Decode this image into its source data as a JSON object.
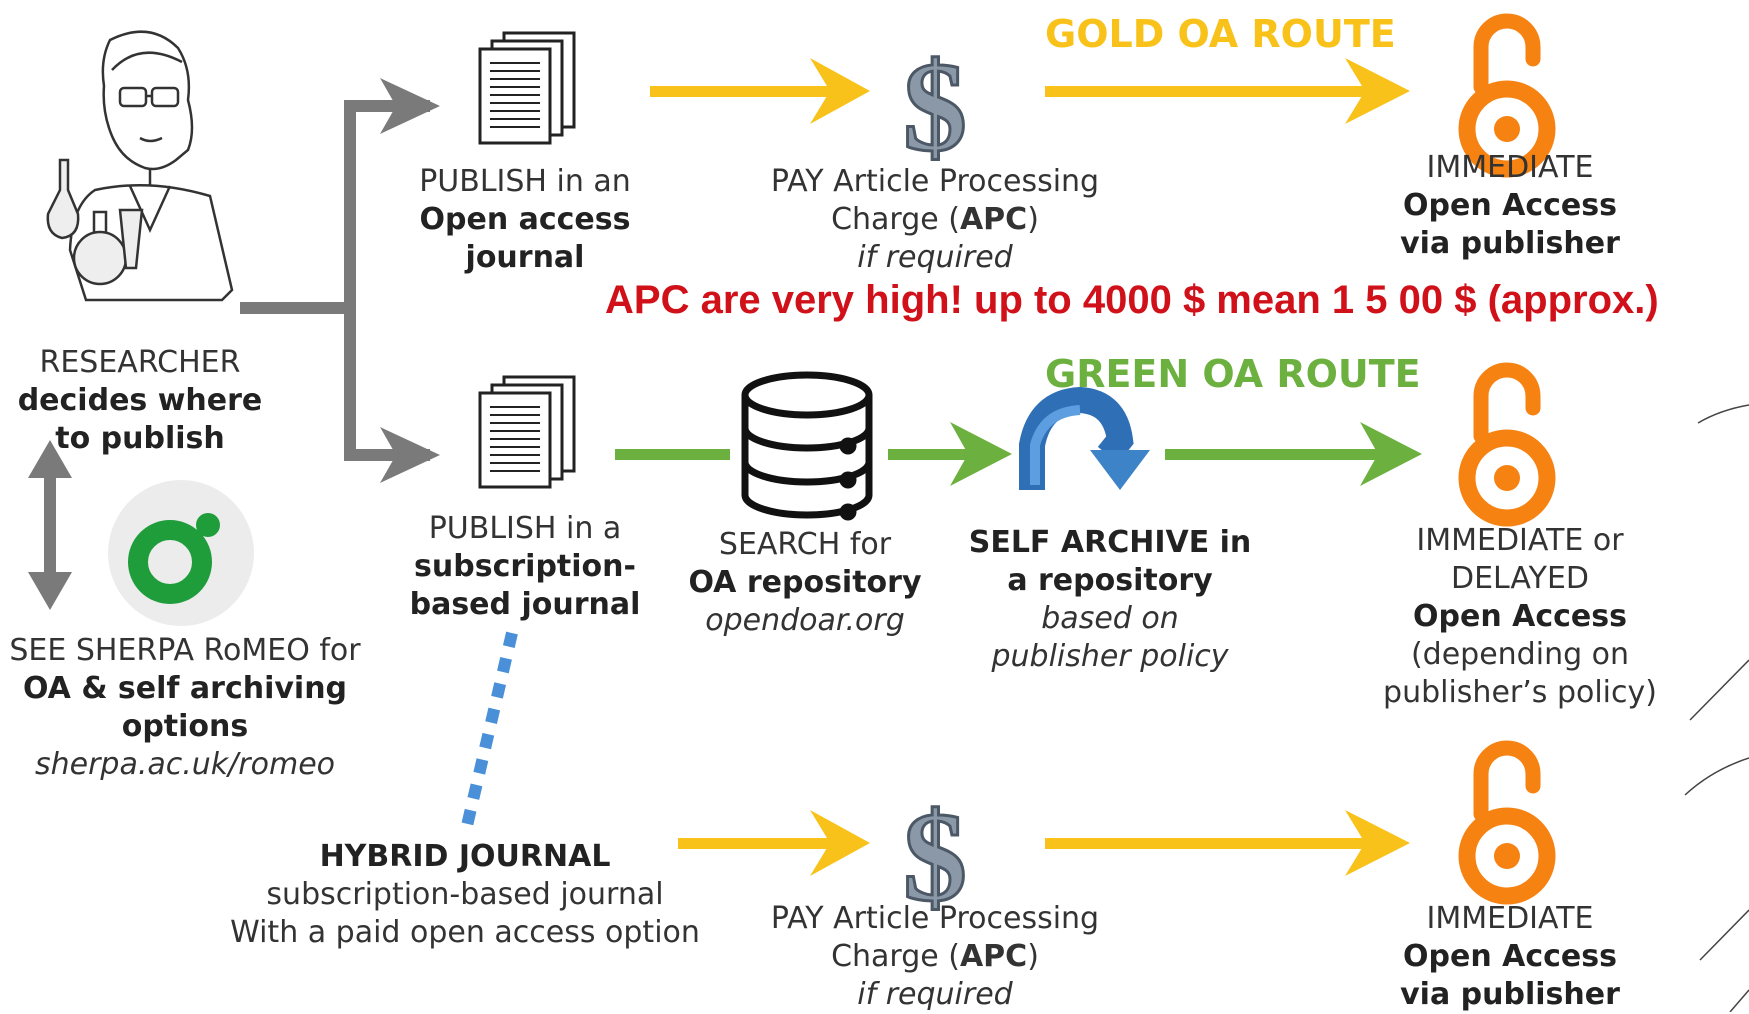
{
  "colors": {
    "gold": "#f8c21a",
    "green": "#6cb13f",
    "gray": "#7a7a7a",
    "oa_orange": "#f68212",
    "hybrid_dots": "#4a90d9",
    "note_red": "#d0111a",
    "romeo_green": "#1f9d3a"
  },
  "routes": {
    "gold": "GOLD OA ROUTE",
    "green": "GREEN OA ROUTE"
  },
  "note": "APC are very high! up to 4000 $ mean 1 5 00 $ (approx.)",
  "researcher": {
    "line1": "RESEARCHER",
    "line2": "decides where",
    "line3": "to publish"
  },
  "sherpa": {
    "line1": "SEE SHERPA RoMEO for",
    "line2": "OA & self archiving",
    "line3": "options",
    "line4": "sherpa.ac.uk/romeo"
  },
  "publish_oa": {
    "line1": "PUBLISH in an",
    "line2": "Open access",
    "line3": "journal"
  },
  "publish_sub": {
    "line1": "PUBLISH in a",
    "line2": "subscription-",
    "line3": "based journal"
  },
  "pay_top": {
    "line1": "PAY Article Processing",
    "line2_pre": "Charge (",
    "line2_bold": "APC",
    "line2_post": ")",
    "line3": "if required"
  },
  "pay_bottom": {
    "line1": "PAY Article Processing",
    "line2_pre": "Charge (",
    "line2_bold": "APC",
    "line2_post": ")",
    "line3": "if required"
  },
  "search": {
    "line1": "SEARCH for",
    "line2": "OA repository",
    "line3": "opendoar.org"
  },
  "self_archive": {
    "line1": "SELF ARCHIVE in",
    "line2": "a repository",
    "line3": "based on",
    "line4": "publisher policy"
  },
  "oa_top": {
    "line1": "IMMEDIATE",
    "line2": "Open Access",
    "line3": "via publisher"
  },
  "oa_mid": {
    "line1": "IMMEDIATE or",
    "line2": "DELAYED",
    "line3": "Open Access",
    "line4": "(depending on",
    "line5": "publisher’s policy)"
  },
  "oa_bottom": {
    "line1": "IMMEDIATE",
    "line2": "Open Access",
    "line3": "via publisher"
  },
  "hybrid": {
    "line1": "HYBRID JOURNAL",
    "line2": "subscription-based journal",
    "line3": "With a paid open access option"
  },
  "icons": {
    "dollar": "$",
    "researcher": "researcher-illustration-icon",
    "document": "document-stack-icon",
    "database": "database-icon",
    "open_access": "open-access-lock-icon",
    "curved_arrow": "curved-arrow-icon",
    "romeo": "sherpa-romeo-logo-icon"
  }
}
